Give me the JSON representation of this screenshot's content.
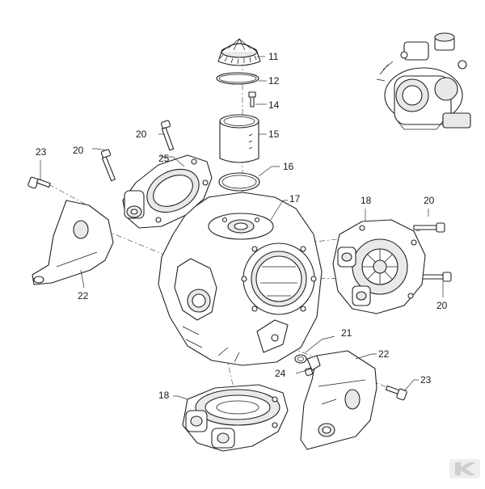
{
  "callouts": {
    "n11": "11",
    "n12": "12",
    "n14": "14",
    "n15": "15",
    "n16": "16",
    "n17": "17",
    "n18a": "18",
    "n18b": "18",
    "n20a": "20",
    "n20b": "20",
    "n20c": "20",
    "n20d": "20",
    "n21": "21",
    "n22a": "22",
    "n22b": "22",
    "n23a": "23",
    "n23b": "23",
    "n24": "24",
    "n25": "25"
  },
  "icons": {
    "brand_logo": "stylized-k-logo",
    "thumbnail": "assembled-pump-illustration"
  },
  "colors": {
    "line": "#222222",
    "logo": "#d9d9d9"
  }
}
